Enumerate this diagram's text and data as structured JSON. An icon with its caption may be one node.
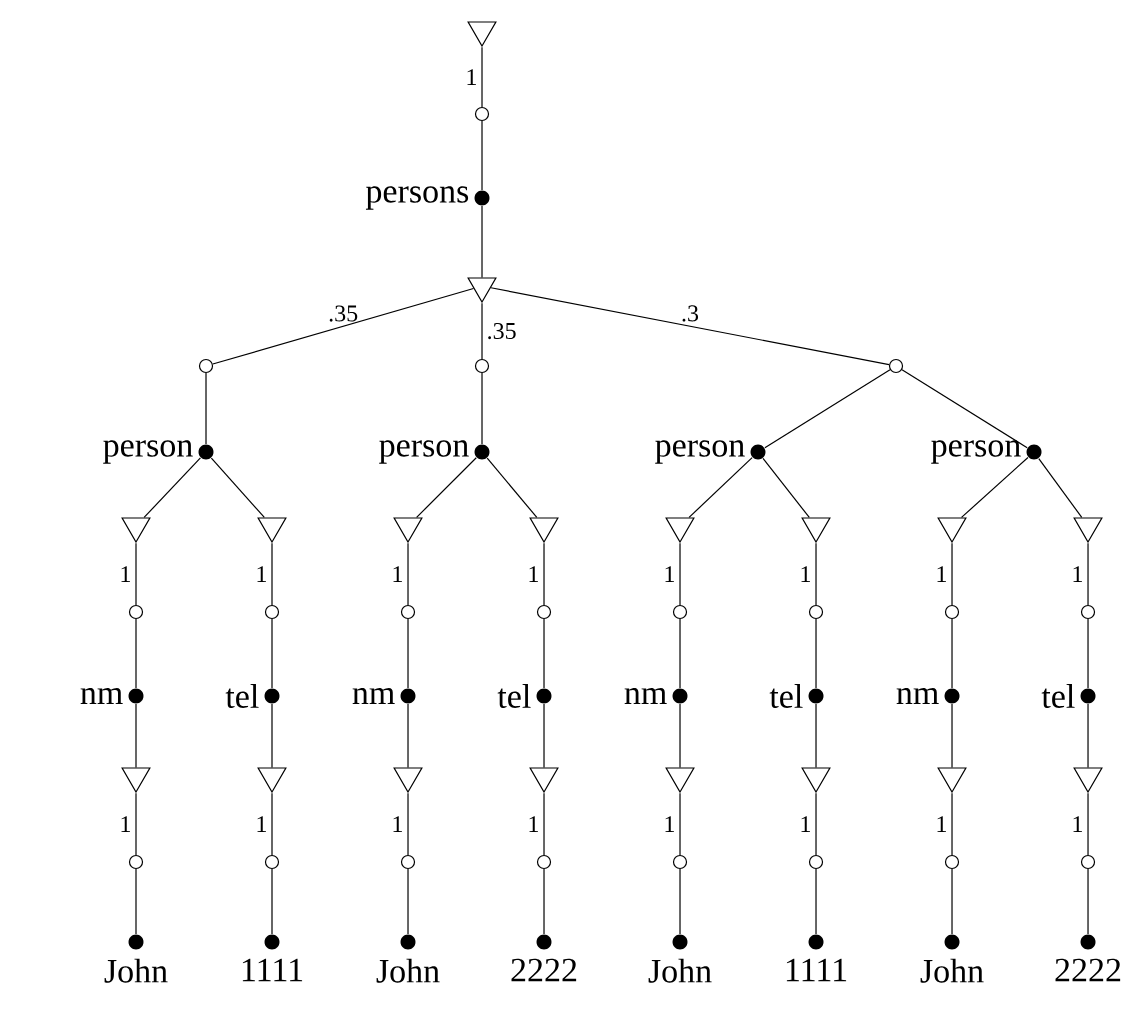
{
  "diagram": {
    "nodes": [
      {
        "text": [],
        "shape": "triangle"
      },
      {
        "text": [],
        "shape": "circle"
      },
      {
        "text": [
          "persons"
        ]
      },
      {
        "text": [],
        "shape": "triangle"
      },
      {
        "text": [],
        "shape": "circle"
      },
      {
        "text": [],
        "shape": "circle"
      },
      {
        "text": [],
        "shape": "circle"
      },
      {
        "text": [
          "person"
        ]
      },
      {
        "text": [
          "person"
        ]
      },
      {
        "text": [
          "person"
        ]
      },
      {
        "text": [
          "person"
        ]
      },
      {
        "text": [],
        "shape": "triangle"
      },
      {
        "text": [],
        "shape": "triangle"
      },
      {
        "text": [],
        "shape": "triangle"
      },
      {
        "text": [],
        "shape": "triangle"
      },
      {
        "text": [],
        "shape": "triangle"
      },
      {
        "text": [],
        "shape": "triangle"
      },
      {
        "text": [],
        "shape": "triangle"
      },
      {
        "text": [],
        "shape": "triangle"
      },
      {
        "text": [],
        "shape": "circle"
      },
      {
        "text": [],
        "shape": "circle"
      },
      {
        "text": [],
        "shape": "circle"
      },
      {
        "text": [],
        "shape": "circle"
      },
      {
        "text": [],
        "shape": "circle"
      },
      {
        "text": [],
        "shape": "circle"
      },
      {
        "text": [],
        "shape": "circle"
      },
      {
        "text": [],
        "shape": "circle"
      },
      {
        "text": [
          "nm"
        ]
      },
      {
        "text": [
          "tel"
        ]
      },
      {
        "text": [
          "nm"
        ]
      },
      {
        "text": [
          "tel"
        ]
      },
      {
        "text": [
          "nm"
        ]
      },
      {
        "text": [
          "tel"
        ]
      },
      {
        "text": [
          "nm"
        ]
      },
      {
        "text": [
          "tel"
        ]
      },
      {
        "text": [],
        "shape": "triangle"
      },
      {
        "text": [],
        "shape": "triangle"
      },
      {
        "text": [],
        "shape": "triangle"
      },
      {
        "text": [],
        "shape": "triangle"
      },
      {
        "text": [],
        "shape": "triangle"
      },
      {
        "text": [],
        "shape": "triangle"
      },
      {
        "text": [],
        "shape": "triangle"
      },
      {
        "text": [],
        "shape": "triangle"
      },
      {
        "text": [],
        "shape": "circle"
      },
      {
        "text": [],
        "shape": "circle"
      },
      {
        "text": [],
        "shape": "circle"
      },
      {
        "text": [],
        "shape": "circle"
      },
      {
        "text": [],
        "shape": "circle"
      },
      {
        "text": [],
        "shape": "circle"
      },
      {
        "text": [],
        "shape": "circle"
      },
      {
        "text": [],
        "shape": "circle"
      },
      {
        "text": [
          "John"
        ]
      },
      {
        "text": [
          "1111"
        ]
      },
      {
        "text": [
          "John"
        ]
      },
      {
        "text": [
          "2222"
        ]
      },
      {
        "text": [
          "John"
        ]
      },
      {
        "text": [
          "1111"
        ]
      },
      {
        "text": [
          "John"
        ]
      },
      {
        "text": [
          "2222"
        ]
      }
    ],
    "edges": [
      {
        "from": 0,
        "to": 1,
        "arrow": "none",
        "label": "1"
      },
      {
        "from": 1,
        "to": 2,
        "arrow": "none"
      },
      {
        "from": 2,
        "to": 3,
        "arrow": "none"
      },
      {
        "from": 3,
        "to": 4,
        "arrow": "none",
        "label": ".35"
      },
      {
        "from": 3,
        "to": 5,
        "arrow": "none",
        "label": ".35"
      },
      {
        "from": 3,
        "to": 6,
        "arrow": "none",
        "label": ".3"
      },
      {
        "from": 4,
        "to": 7,
        "arrow": "none"
      },
      {
        "from": 5,
        "to": 8,
        "arrow": "none"
      },
      {
        "from": 6,
        "to": 9,
        "arrow": "none"
      },
      {
        "from": 6,
        "to": 10,
        "arrow": "none"
      },
      {
        "from": 7,
        "to": 11,
        "arrow": "none"
      },
      {
        "from": 7,
        "to": 12,
        "arrow": "none"
      },
      {
        "from": 8,
        "to": 13,
        "arrow": "none"
      },
      {
        "from": 8,
        "to": 14,
        "arrow": "none"
      },
      {
        "from": 9,
        "to": 15,
        "arrow": "none"
      },
      {
        "from": 9,
        "to": 16,
        "arrow": "none"
      },
      {
        "from": 10,
        "to": 17,
        "arrow": "none"
      },
      {
        "from": 10,
        "to": 18,
        "arrow": "none"
      },
      {
        "from": 11,
        "to": 19,
        "arrow": "none",
        "label": "1"
      },
      {
        "from": 12,
        "to": 20,
        "arrow": "none",
        "label": "1"
      },
      {
        "from": 13,
        "to": 21,
        "arrow": "none",
        "label": "1"
      },
      {
        "from": 14,
        "to": 22,
        "arrow": "none",
        "label": "1"
      },
      {
        "from": 15,
        "to": 23,
        "arrow": "none",
        "label": "1"
      },
      {
        "from": 16,
        "to": 24,
        "arrow": "none",
        "label": "1"
      },
      {
        "from": 17,
        "to": 25,
        "arrow": "none",
        "label": "1"
      },
      {
        "from": 18,
        "to": 26,
        "arrow": "none",
        "label": "1"
      },
      {
        "from": 19,
        "to": 27,
        "arrow": "none"
      },
      {
        "from": 20,
        "to": 28,
        "arrow": "none"
      },
      {
        "from": 21,
        "to": 29,
        "arrow": "none"
      },
      {
        "from": 22,
        "to": 30,
        "arrow": "none"
      },
      {
        "from": 23,
        "to": 31,
        "arrow": "none"
      },
      {
        "from": 24,
        "to": 32,
        "arrow": "none"
      },
      {
        "from": 25,
        "to": 33,
        "arrow": "none"
      },
      {
        "from": 26,
        "to": 34,
        "arrow": "none"
      },
      {
        "from": 27,
        "to": 35,
        "arrow": "none"
      },
      {
        "from": 28,
        "to": 36,
        "arrow": "none"
      },
      {
        "from": 29,
        "to": 37,
        "arrow": "none"
      },
      {
        "from": 30,
        "to": 38,
        "arrow": "none"
      },
      {
        "from": 31,
        "to": 39,
        "arrow": "none"
      },
      {
        "from": 32,
        "to": 40,
        "arrow": "none"
      },
      {
        "from": 33,
        "to": 41,
        "arrow": "none"
      },
      {
        "from": 34,
        "to": 42,
        "arrow": "none"
      },
      {
        "from": 35,
        "to": 43,
        "arrow": "none",
        "label": "1"
      },
      {
        "from": 36,
        "to": 44,
        "arrow": "none",
        "label": "1"
      },
      {
        "from": 37,
        "to": 45,
        "arrow": "none",
        "label": "1"
      },
      {
        "from": 38,
        "to": 46,
        "arrow": "none",
        "label": "1"
      },
      {
        "from": 39,
        "to": 47,
        "arrow": "none",
        "label": "1"
      },
      {
        "from": 40,
        "to": 48,
        "arrow": "none",
        "label": "1"
      },
      {
        "from": 41,
        "to": 49,
        "arrow": "none",
        "label": "1"
      },
      {
        "from": 42,
        "to": 50,
        "arrow": "none",
        "label": "1"
      },
      {
        "from": 43,
        "to": 51,
        "arrow": "none"
      },
      {
        "from": 44,
        "to": 52,
        "arrow": "none"
      },
      {
        "from": 45,
        "to": 53,
        "arrow": "none"
      },
      {
        "from": 46,
        "to": 54,
        "arrow": "none"
      },
      {
        "from": 47,
        "to": 55,
        "arrow": "none"
      },
      {
        "from": 48,
        "to": 56,
        "arrow": "none"
      },
      {
        "from": 49,
        "to": 57,
        "arrow": "none"
      },
      {
        "from": 50,
        "to": 58,
        "arrow": "none"
      }
    ]
  }
}
